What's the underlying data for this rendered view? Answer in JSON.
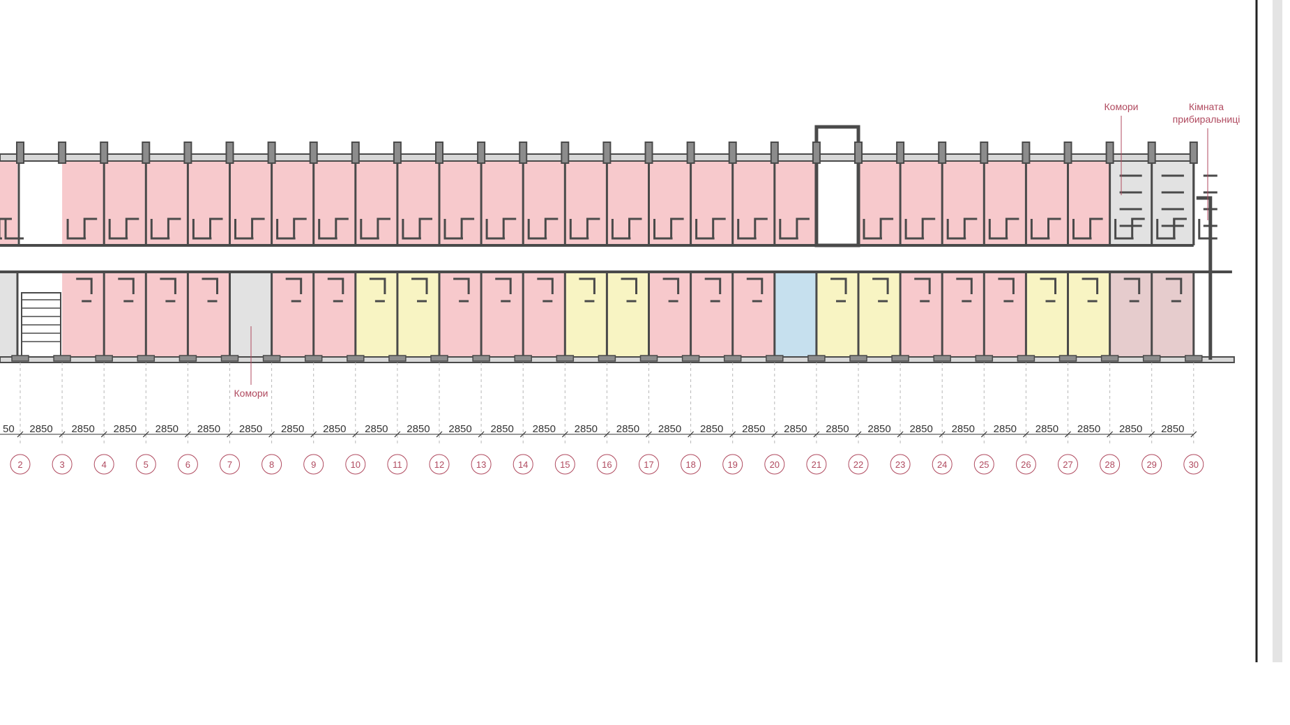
{
  "labels": {
    "storage_top": "Комори",
    "storage_bottom": "Комори",
    "cleaner_room_line1": "Кімната",
    "cleaner_room_line2": "прибиральниці"
  },
  "dimensions": {
    "partial_first": "50",
    "value": "2850",
    "count": 28
  },
  "axes": [
    "2",
    "3",
    "4",
    "5",
    "6",
    "7",
    "8",
    "9",
    "10",
    "11",
    "12",
    "13",
    "14",
    "15",
    "16",
    "17",
    "18",
    "19",
    "20",
    "21",
    "22",
    "23",
    "24",
    "25",
    "26",
    "27",
    "28",
    "29",
    "30"
  ],
  "colors": {
    "room_pink": "#f7c9cc",
    "room_yellow": "#f8f4c3",
    "room_blue": "#c6e0ee",
    "room_grey": "#e2e2e2",
    "room_mauve": "#e6cccd",
    "wall": "#4a4a4a",
    "wall_fill": "#8c8c8c",
    "axis_pink": "#b04a5f"
  },
  "plan": {
    "top_row": [
      "pink",
      "pink",
      "stair-void",
      "pink",
      "pink",
      "pink",
      "pink",
      "pink",
      "pink",
      "pink",
      "pink",
      "pink",
      "pink",
      "pink",
      "pink",
      "pink",
      "pink",
      "pink",
      "pink",
      "pink",
      "pink",
      "lift-void",
      "pink",
      "pink",
      "pink",
      "pink",
      "pink",
      "pink",
      "grey",
      "grey",
      "grey"
    ],
    "bottom_row": [
      "grey",
      "stair",
      "pink",
      "pink",
      "pink",
      "pink",
      "grey",
      "pink",
      "pink",
      "yellow",
      "yellow",
      "pink",
      "pink",
      "pink",
      "yellow",
      "yellow",
      "pink",
      "pink",
      "pink",
      "blue",
      "yellow",
      "yellow",
      "pink",
      "pink",
      "pink",
      "yellow",
      "yellow",
      "mauve",
      "mauve"
    ]
  }
}
